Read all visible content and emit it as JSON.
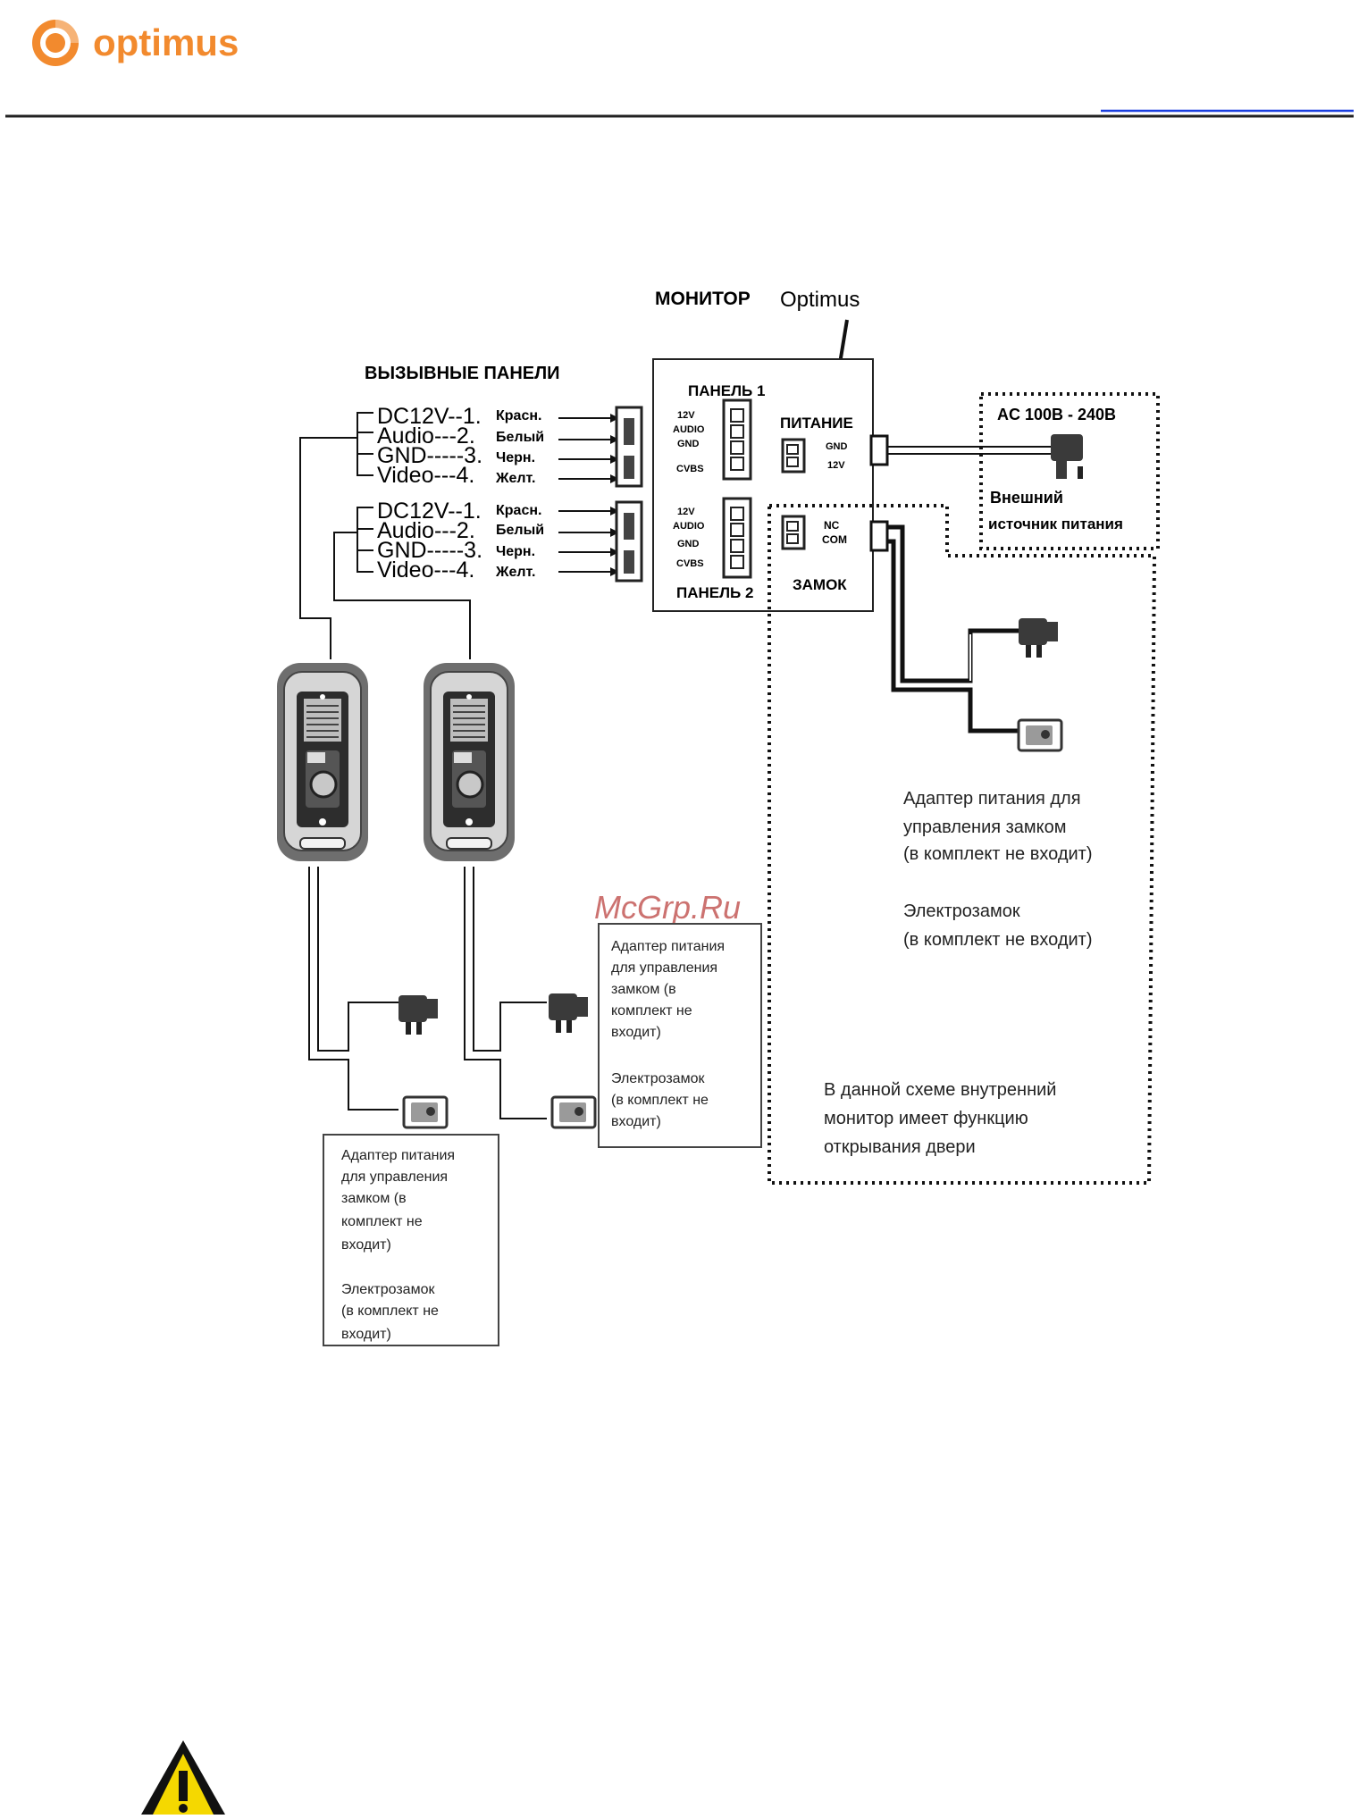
{
  "header": {
    "brand": "optimus",
    "brand_color": "#f28a2e"
  },
  "watermark": "McGrp.Ru",
  "monitor": {
    "title": "МОНИТОР",
    "title_brand": "Optimus",
    "panel1_label": "ПАНЕЛЬ 1",
    "panel2_label": "ПАНЕЛЬ 2",
    "pins": [
      "12V",
      "AUDIO",
      "GND",
      "CVBS"
    ],
    "power_label": "ПИТАНИЕ",
    "power_pins": [
      "GND",
      "12V"
    ],
    "lock_label": "ЗАМОК",
    "lock_pins": [
      "NC",
      "COM"
    ]
  },
  "call_panels_title": "ВЫЗЫВНЫЕ ПАНЕЛИ",
  "wiring": {
    "group1": [
      {
        "signal": "DC12V--1.",
        "color": "Красн."
      },
      {
        "signal": "Audio---2.",
        "color": "Белый"
      },
      {
        "signal": "GND-----3.",
        "color": "Черн."
      },
      {
        "signal": "Video---4.",
        "color": "Желт."
      }
    ],
    "group2": [
      {
        "signal": "DC12V--1.",
        "color": "Красн."
      },
      {
        "signal": "Audio---2.",
        "color": "Белый"
      },
      {
        "signal": "GND-----3.",
        "color": "Черн."
      },
      {
        "signal": "Video---4.",
        "color": "Желт."
      }
    ]
  },
  "power_source": {
    "range": "AC 100B - 240B",
    "line1": "Внешний",
    "line2": "источник питания"
  },
  "monitor_lock_note": [
    "Адаптер питания для",
    "управления замком",
    "(в комплект не входит)",
    "",
    "Электрозамок",
    "(в комплект не входит)"
  ],
  "diagram_note": [
    "В данной схеме внутренний",
    "монитор имеет функцию",
    "открывания двери"
  ],
  "box_mid": [
    "Адаптер питания",
    "для управления",
    "замком (в",
    "комплект не",
    "входит)",
    "",
    "Электрозамок",
    "(в комплект не",
    "входит)"
  ],
  "box_left": [
    "Адаптер питания",
    "для управления",
    "замком (в",
    "комплект не",
    "входит)",
    "",
    "Электрозамок",
    "(в комплект не",
    "входит)"
  ]
}
